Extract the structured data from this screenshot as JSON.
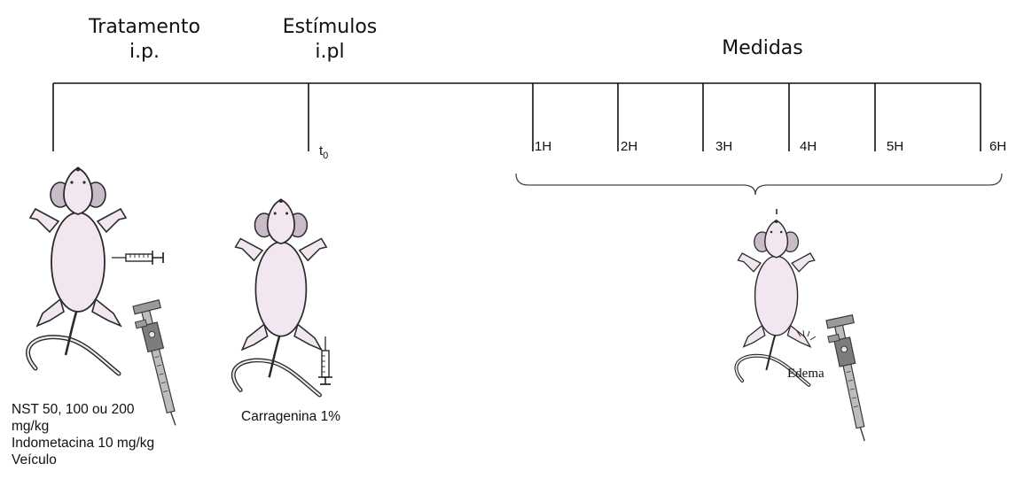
{
  "headers": {
    "treatment": "Tratamento",
    "treatment_route": "i.p.",
    "stimulus": "Estímulos",
    "stimulus_route": "i.pl",
    "measures": "Medidas"
  },
  "timeline": {
    "t0_base": "t",
    "t0_sub": "0",
    "hours": [
      "1H",
      "2H",
      "3H",
      "4H",
      "5H",
      "6H"
    ]
  },
  "treatments": {
    "line1": "NST 50, 100  ou 200",
    "line2": "mg/kg",
    "line3": "Indometacina 10 mg/kg",
    "line4": "Veículo"
  },
  "stimulus_agent": "Carragenina 1%",
  "edema_label": "Edema",
  "colors": {
    "line": "#111111",
    "rat_body": "#f2e7f1",
    "rat_outline": "#2a2a2a",
    "rat_ear": "#c9bcc8",
    "tool_metal": "#8a8a8a"
  },
  "icons": [
    "rat-icon",
    "syringe-icon",
    "caliper-icon"
  ]
}
